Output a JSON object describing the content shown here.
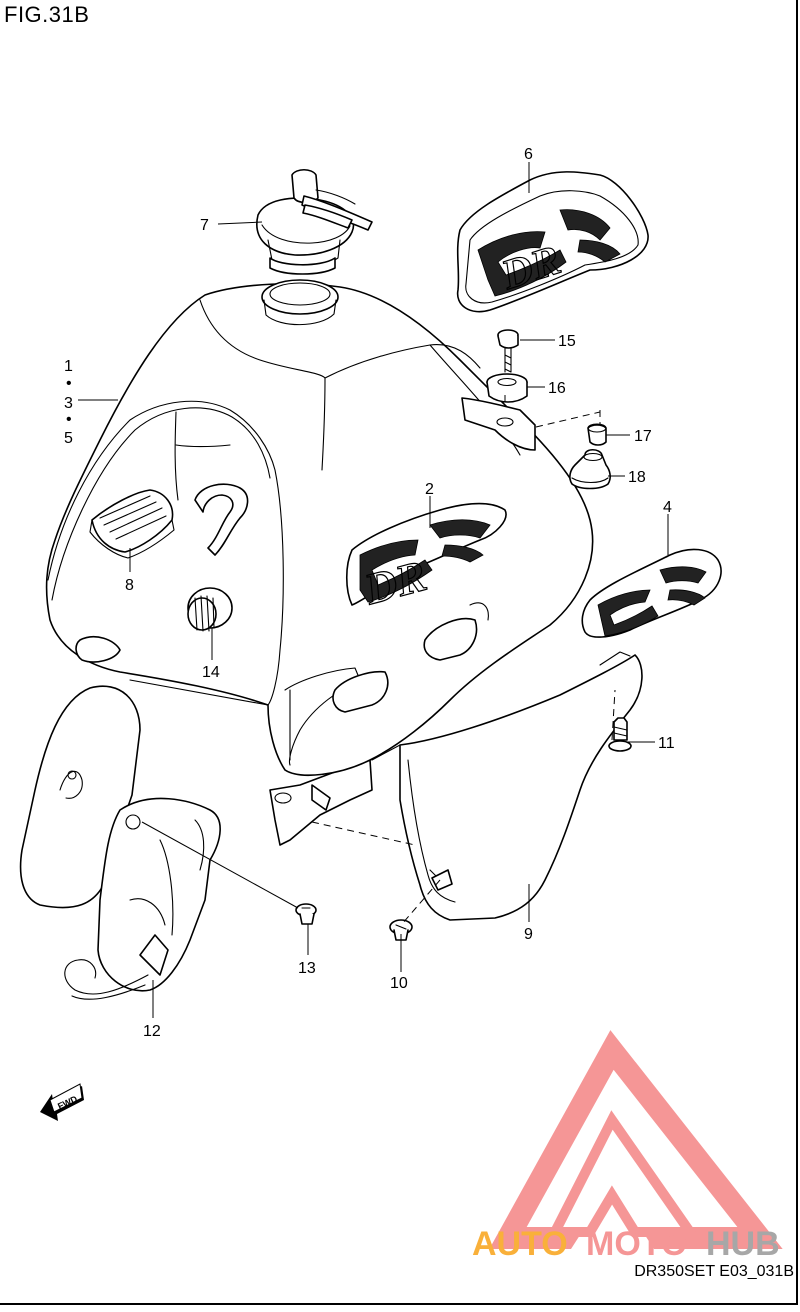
{
  "figure": {
    "title": "FIG.31B",
    "code": "DR350SET E03_031B",
    "fwd_label": "FWD"
  },
  "callouts": [
    {
      "id": "c1",
      "label": "1"
    },
    {
      "id": "c1-dot-a",
      "label": "•"
    },
    {
      "id": "c3",
      "label": "3"
    },
    {
      "id": "c1-dot-b",
      "label": "•"
    },
    {
      "id": "c5",
      "label": "5"
    },
    {
      "id": "c2",
      "label": "2"
    },
    {
      "id": "c4",
      "label": "4"
    },
    {
      "id": "c6",
      "label": "6"
    },
    {
      "id": "c7",
      "label": "7"
    },
    {
      "id": "c8",
      "label": "8"
    },
    {
      "id": "c9",
      "label": "9"
    },
    {
      "id": "c10",
      "label": "10"
    },
    {
      "id": "c11",
      "label": "11"
    },
    {
      "id": "c12",
      "label": "12"
    },
    {
      "id": "c13",
      "label": "13"
    },
    {
      "id": "c14",
      "label": "14"
    },
    {
      "id": "c15",
      "label": "15"
    },
    {
      "id": "c16",
      "label": "16"
    },
    {
      "id": "c17",
      "label": "17"
    },
    {
      "id": "c18",
      "label": "18"
    }
  ],
  "decals": {
    "emblem_text": "DR"
  },
  "watermark": {
    "word_a": "AUTO",
    "word_b": "MOTO",
    "word_c": "HUB",
    "color_a": "#f9a825",
    "color_b": "#f48b8b",
    "color_c": "#9e9e9e",
    "triangle_color": "#f48b8b"
  },
  "colors": {
    "line": "#000000",
    "background": "#ffffff"
  }
}
